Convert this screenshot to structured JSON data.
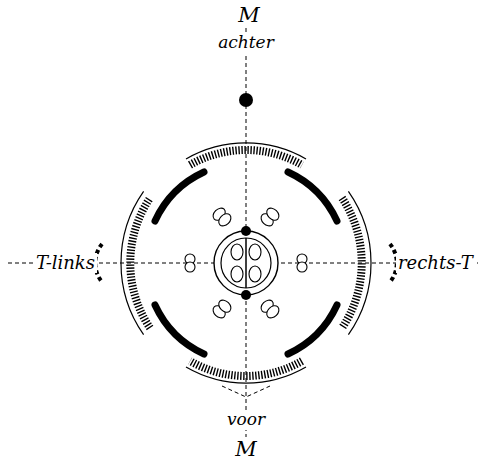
{
  "diagram": {
    "labels": [
      "M",
      "achter",
      "T-links",
      "rechts-T",
      "voor",
      "M"
    ]
  }
}
